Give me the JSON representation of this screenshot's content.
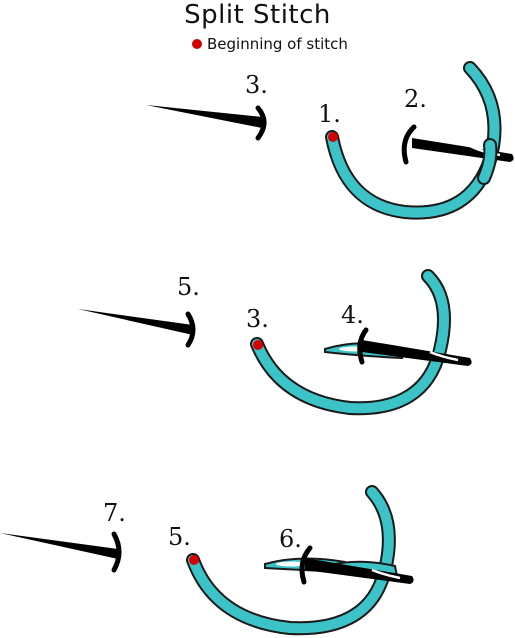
{
  "title": "Split Stitch",
  "legend": {
    "label": "Beginning of stitch",
    "marker_color": "#d40000"
  },
  "colors": {
    "thread": "#3cc3c8",
    "thread_outline": "#1a1a1a",
    "needle": "#000000"
  },
  "panels": [
    {
      "labels": [
        "3.",
        "1.",
        "2."
      ]
    },
    {
      "labels": [
        "5.",
        "3.",
        "4."
      ]
    },
    {
      "labels": [
        "7.",
        "5.",
        "6."
      ]
    }
  ]
}
